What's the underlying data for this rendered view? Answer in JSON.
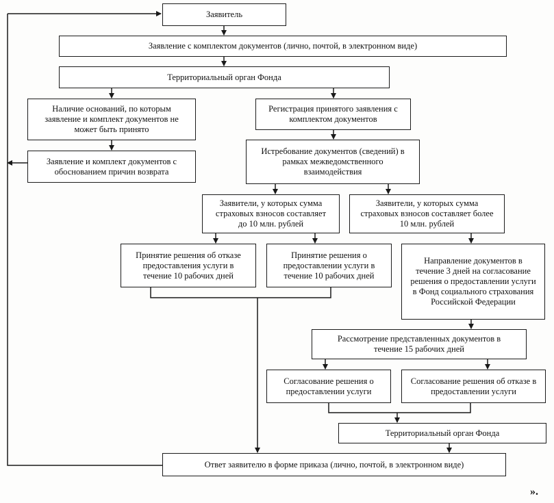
{
  "flowchart": {
    "applicant": "Заявитель",
    "application": "Заявление с комплектом документов (лично, почтой, в электронном виде)",
    "territorial_body_top": "Территориальный орган Фонда",
    "grounds_not_accepted": "Наличие оснований, по которым заявление и комплект документов не может быть принято",
    "return_with_reasons": "Заявление и комплект документов с обоснованием причин возврата",
    "registration": "Регистрация принятого заявления с комплектом документов",
    "interagency_request": "Истребование документов (сведений) в рамках межведомственного взаимодействия",
    "up_to_10m": "Заявители, у которых сумма страховых взносов составляет до 10 млн. рублей",
    "over_10m": "Заявители, у которых сумма страховых взносов составляет более 10 млн. рублей",
    "refusal_decision": "Принятие решения об отказе предоставления услуги в течение 10 рабочих дней",
    "grant_decision": "Принятие решения о предоставлении услуги в течение 10 рабочих дней",
    "send_to_fss": "Направление документов в течение 3 дней на согласование решения о предоставлении услуги в Фонд социального страхования Российской Федерации",
    "review_15_days": "Рассмотрение представленных документов в течение 15 рабочих дней",
    "approve_grant": "Согласование решения о предоставлении услуги",
    "approve_refusal": "Согласование решения об отказе в предоставлении услуги",
    "territorial_body_bottom": "Территориальный орган Фонда",
    "response": "Ответ заявителю в форме приказа (лично, почтой, в электронном виде)",
    "closing_mark": "»."
  }
}
